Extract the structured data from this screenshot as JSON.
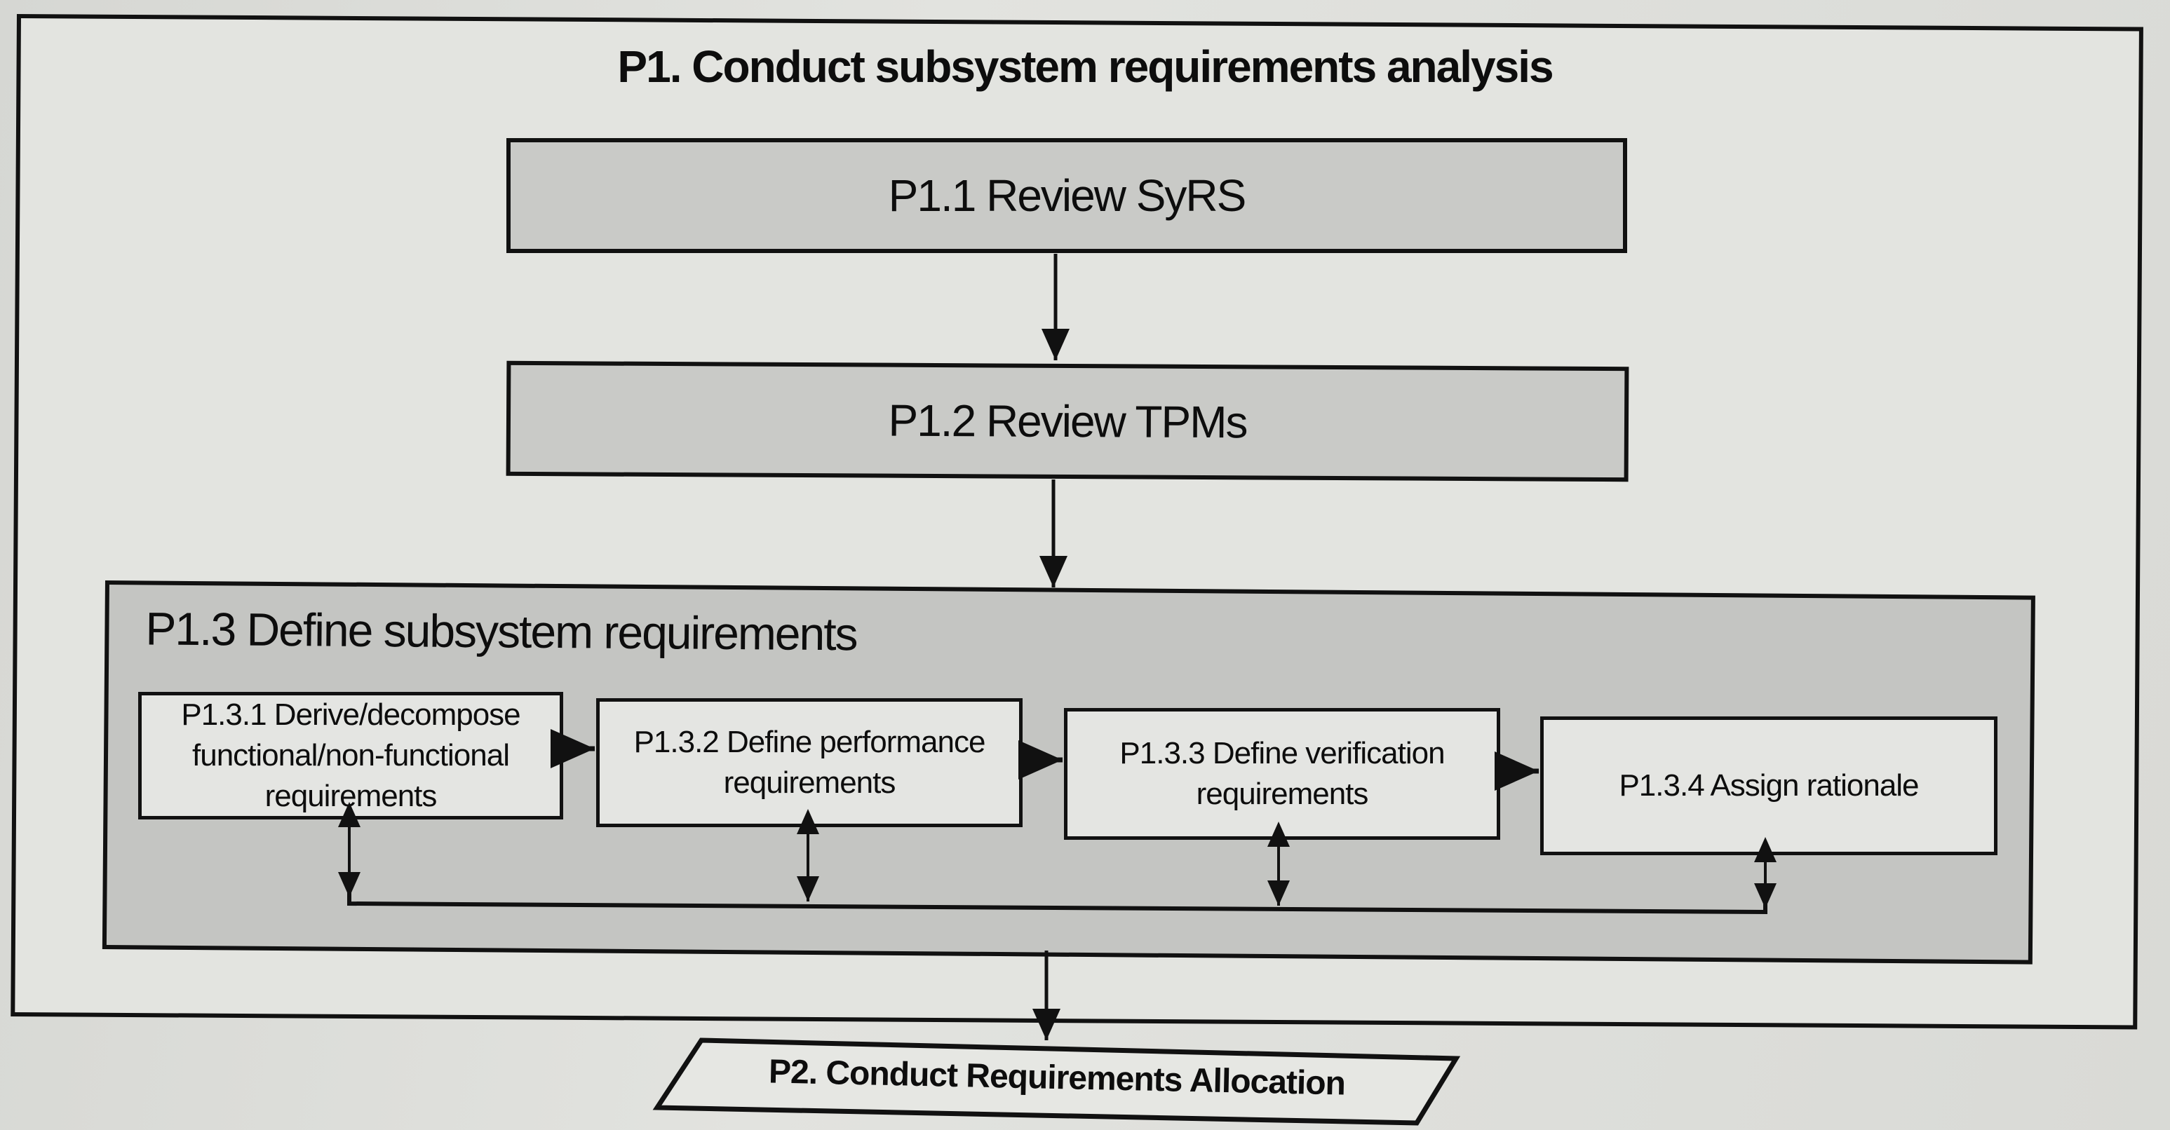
{
  "diagram": {
    "title": "P1.  Conduct subsystem requirements analysis",
    "steps": [
      {
        "id": "P1.1",
        "label": "P1.1 Review SyRS"
      },
      {
        "id": "P1.2",
        "label": "P1.2 Review TPMs"
      }
    ],
    "subprocess": {
      "title": "P1.3 Define subsystem requirements",
      "items": [
        {
          "id": "P1.3.1",
          "lines": [
            "P1.3.1 Derive/decompose",
            "functional/non-functional",
            "requirements"
          ]
        },
        {
          "id": "P1.3.2",
          "lines": [
            "P1.3.2 Define performance",
            "requirements"
          ]
        },
        {
          "id": "P1.3.3",
          "lines": [
            "P1.3.3 Define verification",
            "requirements"
          ]
        },
        {
          "id": "P1.3.4",
          "lines": [
            "P1.3.4 Assign rationale"
          ]
        }
      ]
    },
    "next_process": "P2. Conduct Requirements  Allocation",
    "colors": {
      "line": "#111111",
      "box_fill": "#c9cac7",
      "container_fill": "#c4c5c2",
      "sub_box_fill": "#e4e5e2",
      "page": "#e3e4e0"
    }
  }
}
